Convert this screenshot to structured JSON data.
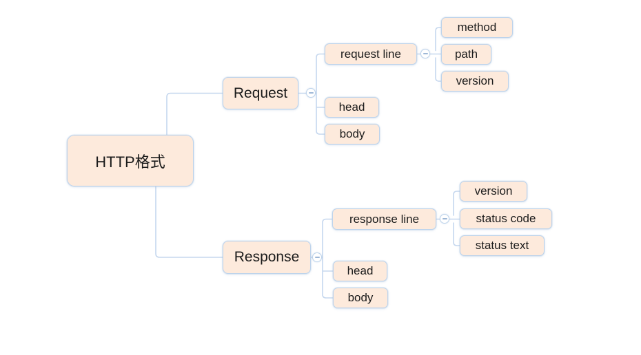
{
  "colors": {
    "background": "#ffffff",
    "node_fill": "#fdeadc",
    "node_border": "#bdd3eb",
    "connector_line": "#c5d7ee",
    "text": "#1b1b1b",
    "toggle_minus": "#9db7d6"
  },
  "icons": {
    "collapse": "minus-icon"
  },
  "mindmap": {
    "root": {
      "label": "HTTP格式"
    },
    "branches": [
      {
        "label": "Request",
        "collapsed": false,
        "children": [
          {
            "label": "request line",
            "collapsed": false,
            "children": [
              {
                "label": "method"
              },
              {
                "label": "path"
              },
              {
                "label": "version"
              }
            ]
          },
          {
            "label": "head"
          },
          {
            "label": "body"
          }
        ]
      },
      {
        "label": "Response",
        "collapsed": false,
        "children": [
          {
            "label": "response line",
            "collapsed": false,
            "children": [
              {
                "label": "version"
              },
              {
                "label": "status code"
              },
              {
                "label": "status text"
              }
            ]
          },
          {
            "label": "head"
          },
          {
            "label": "body"
          }
        ]
      }
    ]
  }
}
